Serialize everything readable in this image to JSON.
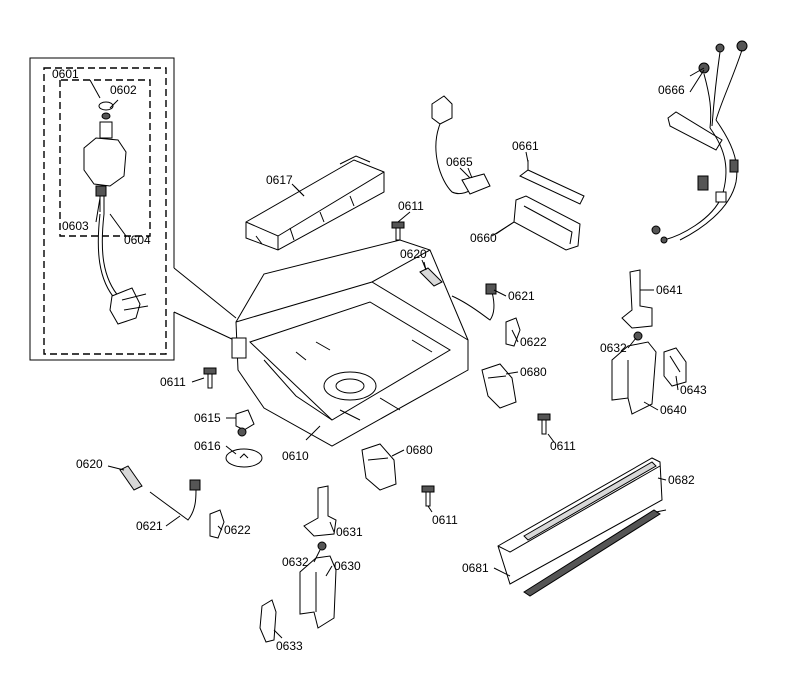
{
  "diagram": {
    "labels": {
      "l0601": "0601",
      "l0602": "0602",
      "l0603": "0603",
      "l0604": "0604",
      "l0617": "0617",
      "l0665": "0665",
      "l0661": "0661",
      "l0660": "0660",
      "l0666": "0666",
      "l0611a": "0611",
      "l0620a": "0620",
      "l0621a": "0621",
      "l0622a": "0622",
      "l0641": "0641",
      "l0632a": "0632",
      "l0643": "0643",
      "l0640": "0640",
      "l0611b": "0611",
      "l0680a": "0680",
      "l0611c": "0611",
      "l0615": "0615",
      "l0616": "0616",
      "l0610": "0610",
      "l0680b": "0680",
      "l0620b": "0620",
      "l0621b": "0621",
      "l0622b": "0622",
      "l0631": "0631",
      "l0611d": "0611",
      "l0632b": "0632",
      "l0630": "0630",
      "l0633": "0633",
      "l0682": "0682",
      "l0681": "0681"
    }
  }
}
